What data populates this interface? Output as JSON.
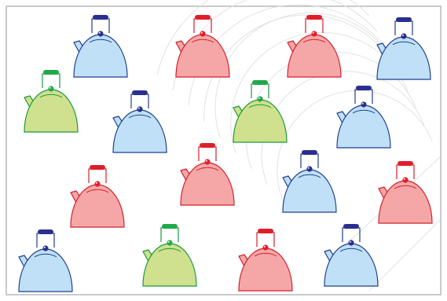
{
  "scene": {
    "palette": {
      "blue": {
        "fill": "#bfe0f7",
        "stroke": "#1f3f8f",
        "accent": "#2a2f8f"
      },
      "red": {
        "fill": "#f5a7a7",
        "stroke": "#d51f2b",
        "accent": "#e01e2a"
      },
      "green": {
        "fill": "#cfe08e",
        "stroke": "#1a9a3a",
        "accent": "#21a84a"
      }
    },
    "kettles": [
      {
        "color": "blue"
      },
      {
        "color": "red"
      },
      {
        "color": "red"
      },
      {
        "color": "blue"
      },
      {
        "color": "green"
      },
      {
        "color": "blue"
      },
      {
        "color": "green"
      },
      {
        "color": "blue"
      },
      {
        "color": "red"
      },
      {
        "color": "blue"
      },
      {
        "color": "red"
      },
      {
        "color": "red"
      },
      {
        "color": "blue"
      },
      {
        "color": "green"
      },
      {
        "color": "red"
      },
      {
        "color": "blue"
      }
    ]
  }
}
